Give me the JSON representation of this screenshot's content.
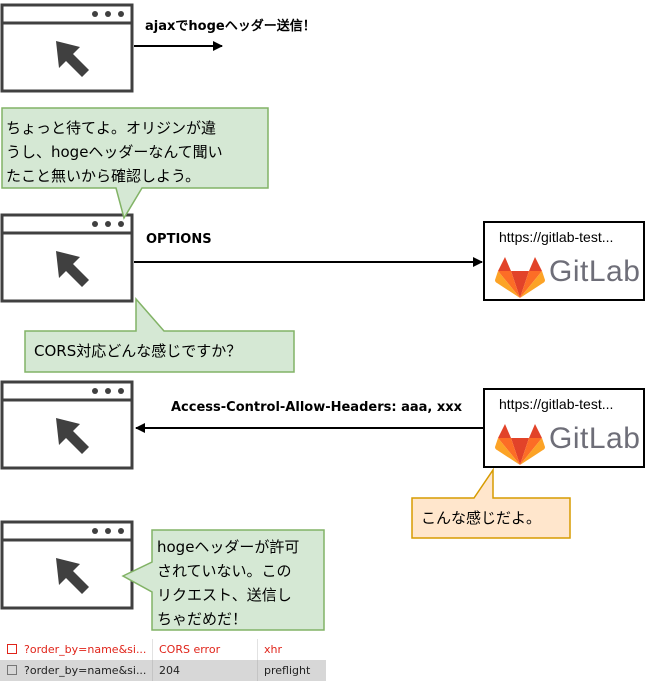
{
  "arrows": {
    "ajax_label": "ajaxでhogeヘッダー送信！",
    "options_label": "OPTIONS",
    "response_label": "Access-Control-Allow-Headers: aaa, xxx"
  },
  "bubbles": {
    "browser_wait": "ちょっと待てよ。オリジンが違\nうし、hogeヘッダーなんて聞い\nたこと無いから確認しよう。",
    "cors_question": "CORS対応どんな感じですか？",
    "server_answer": "こんな感じだよ。",
    "not_allowed": "hogeヘッダーが許可\nされていない。この\nリクエスト、送信し\nちゃだめだ！"
  },
  "servers": {
    "url": "https://gitlab-test...",
    "brand": "GitLab"
  },
  "network_table": {
    "rows": [
      {
        "name": "?order_by=name&si...",
        "status": "CORS error",
        "type": "xhr"
      },
      {
        "name": "?order_by=name&si...",
        "status": "204",
        "type": "preflight"
      }
    ]
  },
  "colors": {
    "browser_bubble_fill": "#d5e8d4",
    "browser_bubble_stroke": "#82b366",
    "server_bubble_fill": "#ffe6cc",
    "server_bubble_stroke": "#d79b00",
    "window_stroke": "#404040",
    "error_red": "#e0241a",
    "gitlab_orange": "#e24329",
    "gitlab_light": "#fca326",
    "gitlab_mid": "#fc6d26"
  },
  "icons": [
    "browser-window-icon",
    "cursor-arrow-icon",
    "gitlab-logo-icon",
    "checkbox-icon"
  ]
}
